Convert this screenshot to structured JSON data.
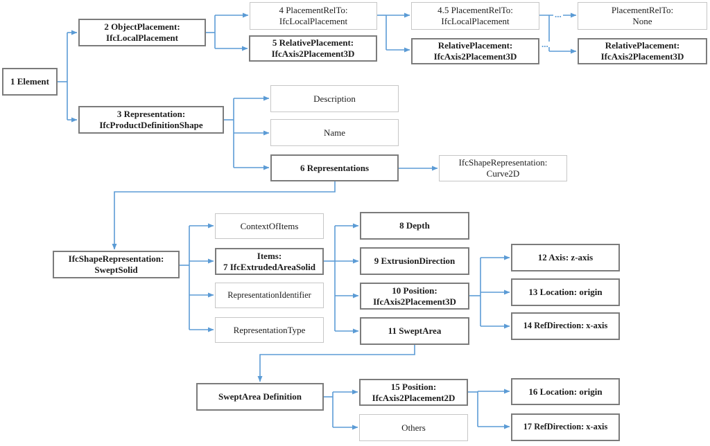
{
  "diagram": {
    "colors": {
      "connector_blue": "#5b9bd5",
      "border_dark": "#7b7b7b",
      "border_light": "#c6c6c6",
      "text": "#1c1c1c",
      "background": "#ffffff"
    },
    "ellipsis_top": "...",
    "ellipsis_bottom": "...",
    "nodes": {
      "element": {
        "label": "1 Element"
      },
      "objectPlacement2": {
        "label": "2 ObjectPlacement:\nIfcLocalPlacement"
      },
      "representation3": {
        "label": "3 Representation:\nIfcProductDefinitionShape"
      },
      "placementRelTo4": {
        "label": "4 PlacementRelTo:\nIfcLocalPlacement"
      },
      "relativePlacement5": {
        "label": "5 RelativePlacement:\nIfcAxis2Placement3D"
      },
      "placementRelTo45": {
        "label": "4.5 PlacementRelTo:\nIfcLocalPlacement"
      },
      "relativePlacementMid": {
        "label": "RelativePlacement:\nIfcAxis2Placement3D"
      },
      "placementRelToNone": {
        "label": "PlacementRelTo:\nNone"
      },
      "relativePlacementRight": {
        "label": "RelativePlacement:\nIfcAxis2Placement3D"
      },
      "description": {
        "label": "Description"
      },
      "name": {
        "label": "Name"
      },
      "representations6": {
        "label": "6 Representations"
      },
      "curve2d": {
        "label": "IfcShapeRepresentation:\nCurve2D"
      },
      "sweptSolid": {
        "label": "IfcShapeRepresentation:\nSweptSolid"
      },
      "contextOfItems": {
        "label": "ContextOfItems"
      },
      "items7": {
        "label": "Items:\n7 IfcExtrudedAreaSolid"
      },
      "representationIdentifier": {
        "label": "RepresentationIdentifier"
      },
      "representationType": {
        "label": "RepresentationType"
      },
      "depth8": {
        "label": "8 Depth"
      },
      "extrusionDirection9": {
        "label": "9 ExtrusionDirection"
      },
      "position10": {
        "label": "10 Position:\nIfcAxis2Placement3D"
      },
      "sweptArea11": {
        "label": "11 SweptArea"
      },
      "axis12": {
        "label": "12 Axis: z-axis"
      },
      "location13": {
        "label": "13 Location: origin"
      },
      "refDirection14": {
        "label": "14 RefDirection: x-axis"
      },
      "sweptAreaDefinition": {
        "label": "SweptArea Definition"
      },
      "position15": {
        "label": "15 Position:\nIfcAxis2Placement2D"
      },
      "others": {
        "label": "Others"
      },
      "location16": {
        "label": "16 Location: origin"
      },
      "refDirection17": {
        "label": "17 RefDirection: x-axis"
      }
    }
  }
}
